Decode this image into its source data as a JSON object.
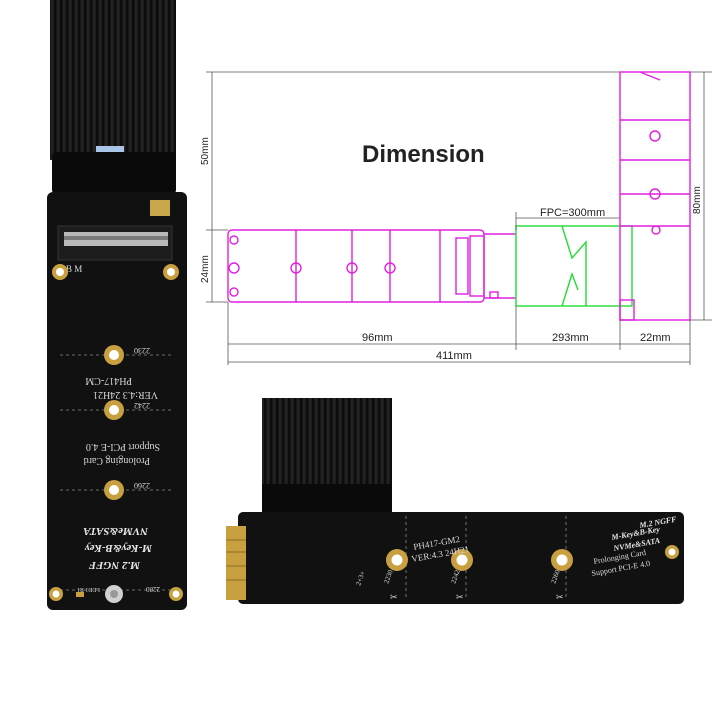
{
  "diagram": {
    "title": "Dimension",
    "labels": {
      "fpc": "FPC=300mm",
      "height_small": "24mm",
      "height_large": "50mm",
      "height_right": "80mm",
      "len_card": "96mm",
      "len_fpc": "293mm",
      "len_slot": "22mm",
      "len_total": "411mm"
    }
  },
  "vertical_board": {
    "slot_text": "B  M",
    "marks": [
      "2230",
      "2242",
      "2260",
      "2280"
    ],
    "model": "PH417-CM",
    "version": "VER:4.3  24H21",
    "line1": "Support PCI-E 4.0",
    "line2": "Prolonging Card",
    "line3": "NVMe&SATA",
    "line4": "M-Key&B-Key",
    "line5": "M.2 NGFF",
    "led": "LED1  R1"
  },
  "horizontal_board": {
    "marks": [
      "2230",
      "2242",
      "2260"
    ],
    "model": "PH417-GM2",
    "version": "VER:4.3  24H21",
    "line1": "M.2 NGFF",
    "line2": "M-Key&B-Key",
    "line3": "NVMe&SATA",
    "line4": "Prolonging Card",
    "line5": "Support PCI-E 4.0",
    "side": "2+3+"
  },
  "colors": {
    "pcb": "#111111",
    "cable": "#1a1a1a",
    "outline": "#e020e0",
    "fpc_outline": "#22dd33",
    "gold": "#c8a040"
  }
}
